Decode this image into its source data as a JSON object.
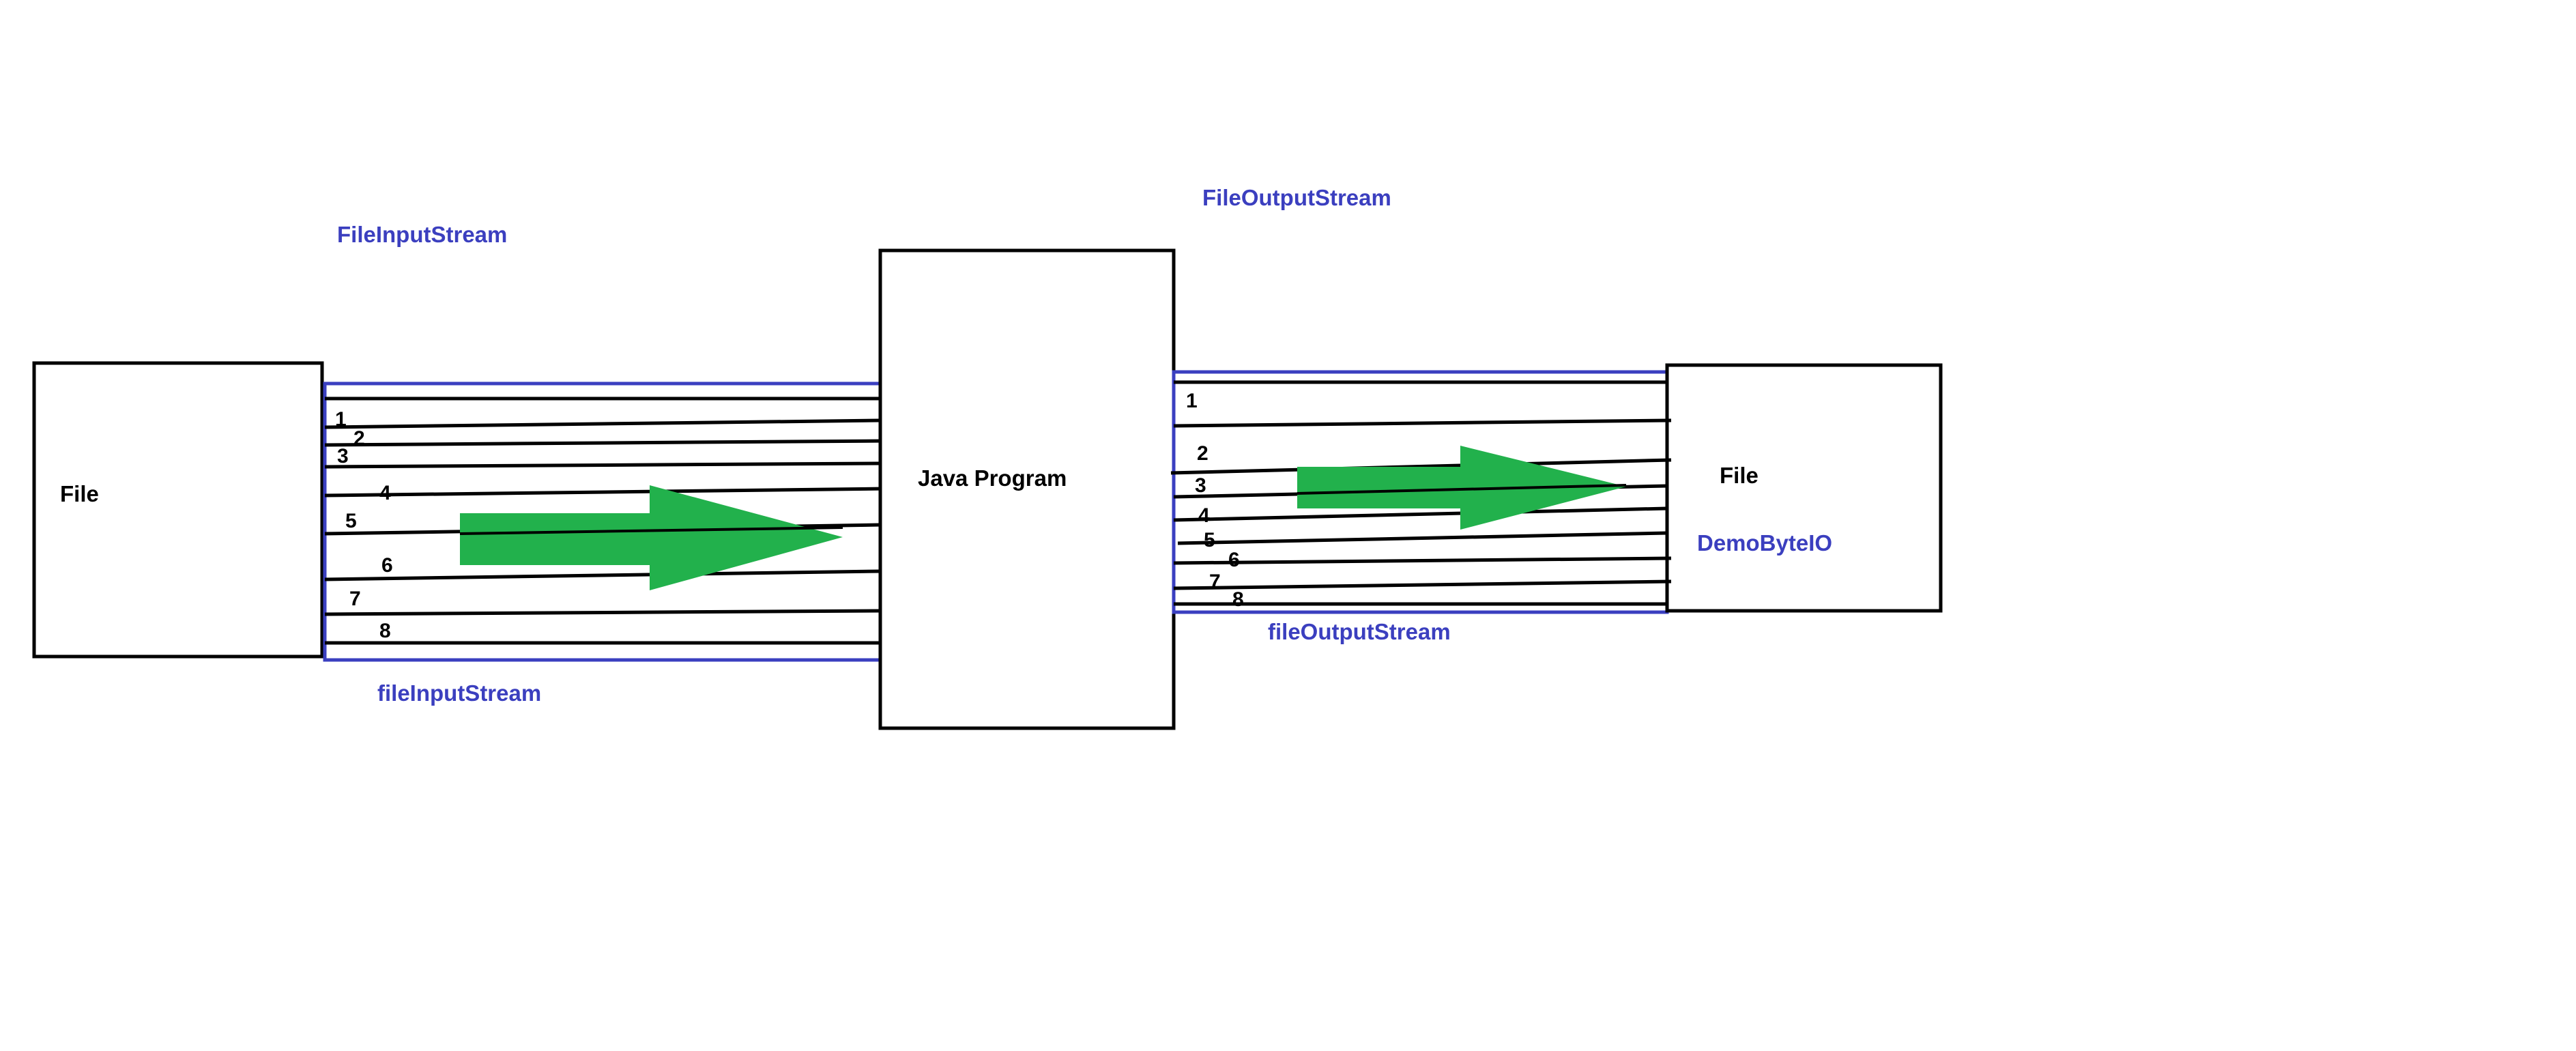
{
  "colors": {
    "label_blue": "#3b3fbf",
    "stream_border": "#3a3fc0",
    "arrow_green": "#22b14c",
    "stroke": "#000000",
    "background": "#ffffff"
  },
  "left_file": {
    "label": "File"
  },
  "input_stream": {
    "class_label": "FileInputStream",
    "variable_label": "fileInputStream",
    "line_numbers": [
      "1",
      "2",
      "3",
      "4",
      "5",
      "6",
      "7",
      "8"
    ]
  },
  "program": {
    "label": "Java Program"
  },
  "output_stream": {
    "class_label": "FileOutputStream",
    "variable_label": "fileOutputStream",
    "line_numbers": [
      "1",
      "2",
      "3",
      "4",
      "5",
      "6",
      "7",
      "8"
    ]
  },
  "right_file": {
    "label": "File",
    "name_label": "DemoByteIO"
  },
  "arrows": [
    {
      "name": "input-flow-arrow",
      "direction": "right"
    },
    {
      "name": "output-flow-arrow",
      "direction": "right"
    }
  ]
}
